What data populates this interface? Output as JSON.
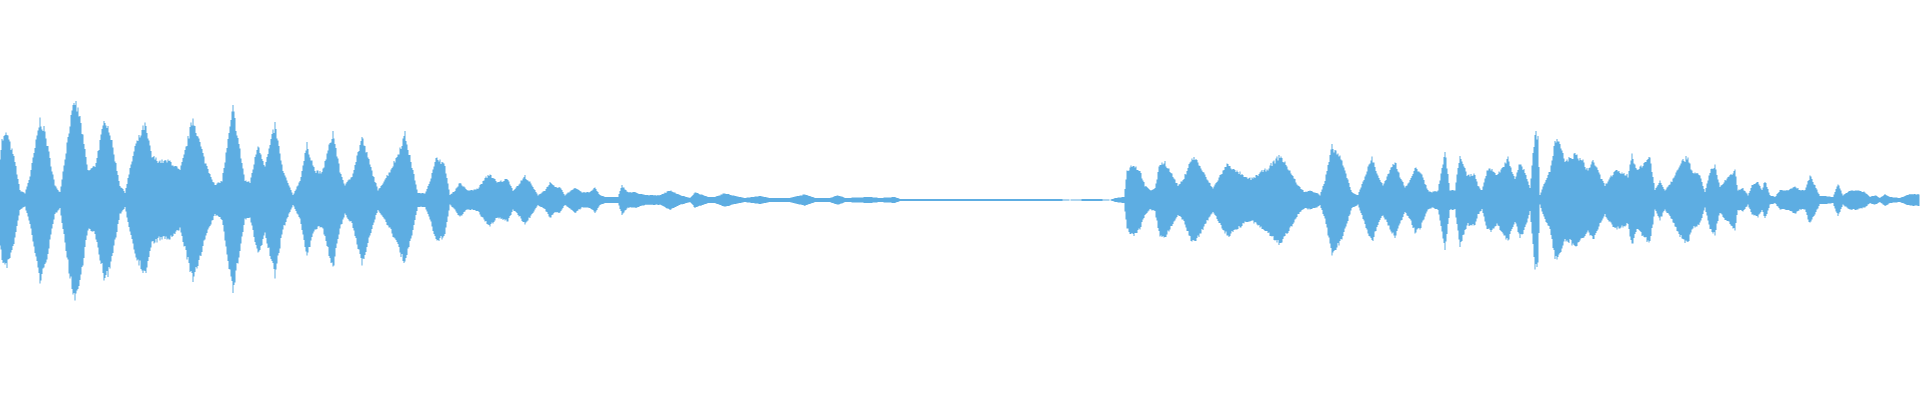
{
  "chart_data": {
    "type": "area",
    "title": "",
    "xlabel": "",
    "ylabel": "",
    "grid": false,
    "legend": "none",
    "color": "#5dade2",
    "background": "#ffffff",
    "full_scale": 200,
    "duration": 1920,
    "envelope": [
      [
        0,
        45
      ],
      [
        2,
        62
      ],
      [
        7,
        69
      ],
      [
        15,
        40
      ],
      [
        20,
        10
      ],
      [
        25,
        7
      ],
      [
        30,
        25
      ],
      [
        40,
        83
      ],
      [
        45,
        70
      ],
      [
        55,
        15
      ],
      [
        60,
        8
      ],
      [
        70,
        80
      ],
      [
        75,
        102
      ],
      [
        80,
        85
      ],
      [
        88,
        30
      ],
      [
        95,
        35
      ],
      [
        105,
        85
      ],
      [
        110,
        70
      ],
      [
        120,
        15
      ],
      [
        125,
        8
      ],
      [
        135,
        55
      ],
      [
        145,
        78
      ],
      [
        152,
        45
      ],
      [
        160,
        40
      ],
      [
        170,
        40
      ],
      [
        180,
        30
      ],
      [
        185,
        50
      ],
      [
        193,
        85
      ],
      [
        205,
        40
      ],
      [
        215,
        15
      ],
      [
        222,
        20
      ],
      [
        233,
        95
      ],
      [
        245,
        20
      ],
      [
        250,
        18
      ],
      [
        258,
        58
      ],
      [
        265,
        35
      ],
      [
        275,
        78
      ],
      [
        283,
        30
      ],
      [
        293,
        5
      ],
      [
        300,
        20
      ],
      [
        307,
        57
      ],
      [
        315,
        30
      ],
      [
        322,
        28
      ],
      [
        333,
        70
      ],
      [
        340,
        30
      ],
      [
        345,
        15
      ],
      [
        352,
        25
      ],
      [
        362,
        65
      ],
      [
        372,
        30
      ],
      [
        378,
        10
      ],
      [
        383,
        18
      ],
      [
        390,
        30
      ],
      [
        397,
        45
      ],
      [
        405,
        68
      ],
      [
        412,
        35
      ],
      [
        418,
        7
      ],
      [
        425,
        7
      ],
      [
        430,
        20
      ],
      [
        437,
        45
      ],
      [
        445,
        35
      ],
      [
        450,
        5
      ],
      [
        455,
        10
      ],
      [
        460,
        18
      ],
      [
        467,
        10
      ],
      [
        472,
        10
      ],
      [
        478,
        12
      ],
      [
        485,
        22
      ],
      [
        490,
        27
      ],
      [
        497,
        18
      ],
      [
        503,
        20
      ],
      [
        508,
        22
      ],
      [
        513,
        10
      ],
      [
        518,
        15
      ],
      [
        525,
        25
      ],
      [
        530,
        18
      ],
      [
        538,
        5
      ],
      [
        545,
        10
      ],
      [
        550,
        18
      ],
      [
        555,
        13
      ],
      [
        560,
        13
      ],
      [
        565,
        5
      ],
      [
        575,
        13
      ],
      [
        582,
        8
      ],
      [
        590,
        8
      ],
      [
        595,
        13
      ],
      [
        600,
        5
      ],
      [
        605,
        3
      ],
      [
        618,
        3
      ],
      [
        622,
        15
      ],
      [
        628,
        8
      ],
      [
        635,
        8
      ],
      [
        645,
        5
      ],
      [
        660,
        5
      ],
      [
        670,
        10
      ],
      [
        680,
        5
      ],
      [
        690,
        2
      ],
      [
        695,
        8
      ],
      [
        708,
        3
      ],
      [
        715,
        3
      ],
      [
        725,
        7
      ],
      [
        735,
        4
      ],
      [
        745,
        2
      ],
      [
        760,
        4
      ],
      [
        770,
        2
      ],
      [
        790,
        2
      ],
      [
        805,
        6
      ],
      [
        815,
        2
      ],
      [
        830,
        2
      ],
      [
        838,
        5
      ],
      [
        845,
        2
      ],
      [
        870,
        3
      ],
      [
        880,
        2
      ],
      [
        895,
        3
      ],
      [
        900,
        1
      ],
      [
        1040,
        1
      ],
      [
        1060,
        1
      ],
      [
        1070,
        0
      ],
      [
        1085,
        1
      ],
      [
        1100,
        1
      ],
      [
        1110,
        0
      ],
      [
        1115,
        2
      ],
      [
        1124,
        3
      ],
      [
        1127,
        30
      ],
      [
        1133,
        37
      ],
      [
        1140,
        30
      ],
      [
        1145,
        15
      ],
      [
        1150,
        10
      ],
      [
        1155,
        12
      ],
      [
        1160,
        38
      ],
      [
        1165,
        39
      ],
      [
        1170,
        30
      ],
      [
        1178,
        15
      ],
      [
        1183,
        20
      ],
      [
        1190,
        40
      ],
      [
        1195,
        44
      ],
      [
        1200,
        35
      ],
      [
        1208,
        20
      ],
      [
        1213,
        12
      ],
      [
        1220,
        25
      ],
      [
        1228,
        38
      ],
      [
        1235,
        30
      ],
      [
        1240,
        28
      ],
      [
        1245,
        23
      ],
      [
        1252,
        22
      ],
      [
        1260,
        28
      ],
      [
        1268,
        33
      ],
      [
        1280,
        46
      ],
      [
        1290,
        30
      ],
      [
        1298,
        15
      ],
      [
        1305,
        8
      ],
      [
        1310,
        10
      ],
      [
        1318,
        7
      ],
      [
        1320,
        5
      ],
      [
        1325,
        20
      ],
      [
        1332,
        55
      ],
      [
        1340,
        45
      ],
      [
        1345,
        30
      ],
      [
        1352,
        8
      ],
      [
        1358,
        5
      ],
      [
        1365,
        25
      ],
      [
        1372,
        44
      ],
      [
        1378,
        25
      ],
      [
        1383,
        15
      ],
      [
        1390,
        30
      ],
      [
        1395,
        40
      ],
      [
        1400,
        25
      ],
      [
        1405,
        13
      ],
      [
        1410,
        20
      ],
      [
        1415,
        33
      ],
      [
        1420,
        30
      ],
      [
        1428,
        10
      ],
      [
        1432,
        8
      ],
      [
        1438,
        10
      ],
      [
        1445,
        50
      ],
      [
        1450,
        10
      ],
      [
        1455,
        10
      ],
      [
        1460,
        48
      ],
      [
        1467,
        25
      ],
      [
        1475,
        27
      ],
      [
        1478,
        15
      ],
      [
        1482,
        10
      ],
      [
        1487,
        30
      ],
      [
        1492,
        33
      ],
      [
        1497,
        25
      ],
      [
        1500,
        30
      ],
      [
        1508,
        43
      ],
      [
        1515,
        22
      ],
      [
        1520,
        38
      ],
      [
        1525,
        30
      ],
      [
        1530,
        12
      ],
      [
        1535,
        70
      ],
      [
        1538,
        65
      ],
      [
        1540,
        5
      ],
      [
        1543,
        15
      ],
      [
        1550,
        30
      ],
      [
        1555,
        60
      ],
      [
        1558,
        62
      ],
      [
        1565,
        40
      ],
      [
        1570,
        43
      ],
      [
        1575,
        47
      ],
      [
        1583,
        40
      ],
      [
        1588,
        30
      ],
      [
        1593,
        42
      ],
      [
        1600,
        25
      ],
      [
        1605,
        15
      ],
      [
        1610,
        23
      ],
      [
        1616,
        30
      ],
      [
        1622,
        28
      ],
      [
        1628,
        25
      ],
      [
        1632,
        48
      ],
      [
        1637,
        30
      ],
      [
        1643,
        37
      ],
      [
        1650,
        45
      ],
      [
        1655,
        10
      ],
      [
        1660,
        20
      ],
      [
        1665,
        10
      ],
      [
        1672,
        20
      ],
      [
        1680,
        38
      ],
      [
        1688,
        45
      ],
      [
        1692,
        30
      ],
      [
        1700,
        25
      ],
      [
        1705,
        8
      ],
      [
        1710,
        30
      ],
      [
        1715,
        35
      ],
      [
        1720,
        13
      ],
      [
        1725,
        20
      ],
      [
        1735,
        30
      ],
      [
        1738,
        10
      ],
      [
        1743,
        12
      ],
      [
        1748,
        5
      ],
      [
        1752,
        15
      ],
      [
        1758,
        18
      ],
      [
        1762,
        10
      ],
      [
        1765,
        20
      ],
      [
        1770,
        5
      ],
      [
        1775,
        3
      ],
      [
        1780,
        10
      ],
      [
        1788,
        10
      ],
      [
        1795,
        14
      ],
      [
        1800,
        10
      ],
      [
        1805,
        10
      ],
      [
        1810,
        25
      ],
      [
        1815,
        15
      ],
      [
        1820,
        4
      ],
      [
        1825,
        4
      ],
      [
        1833,
        3
      ],
      [
        1838,
        17
      ],
      [
        1843,
        5
      ],
      [
        1850,
        10
      ],
      [
        1855,
        10
      ],
      [
        1865,
        8
      ],
      [
        1870,
        3
      ],
      [
        1875,
        5
      ],
      [
        1880,
        2
      ],
      [
        1885,
        6
      ],
      [
        1890,
        3
      ],
      [
        1900,
        2
      ],
      [
        1910,
        6
      ],
      [
        1920,
        6
      ]
    ]
  }
}
